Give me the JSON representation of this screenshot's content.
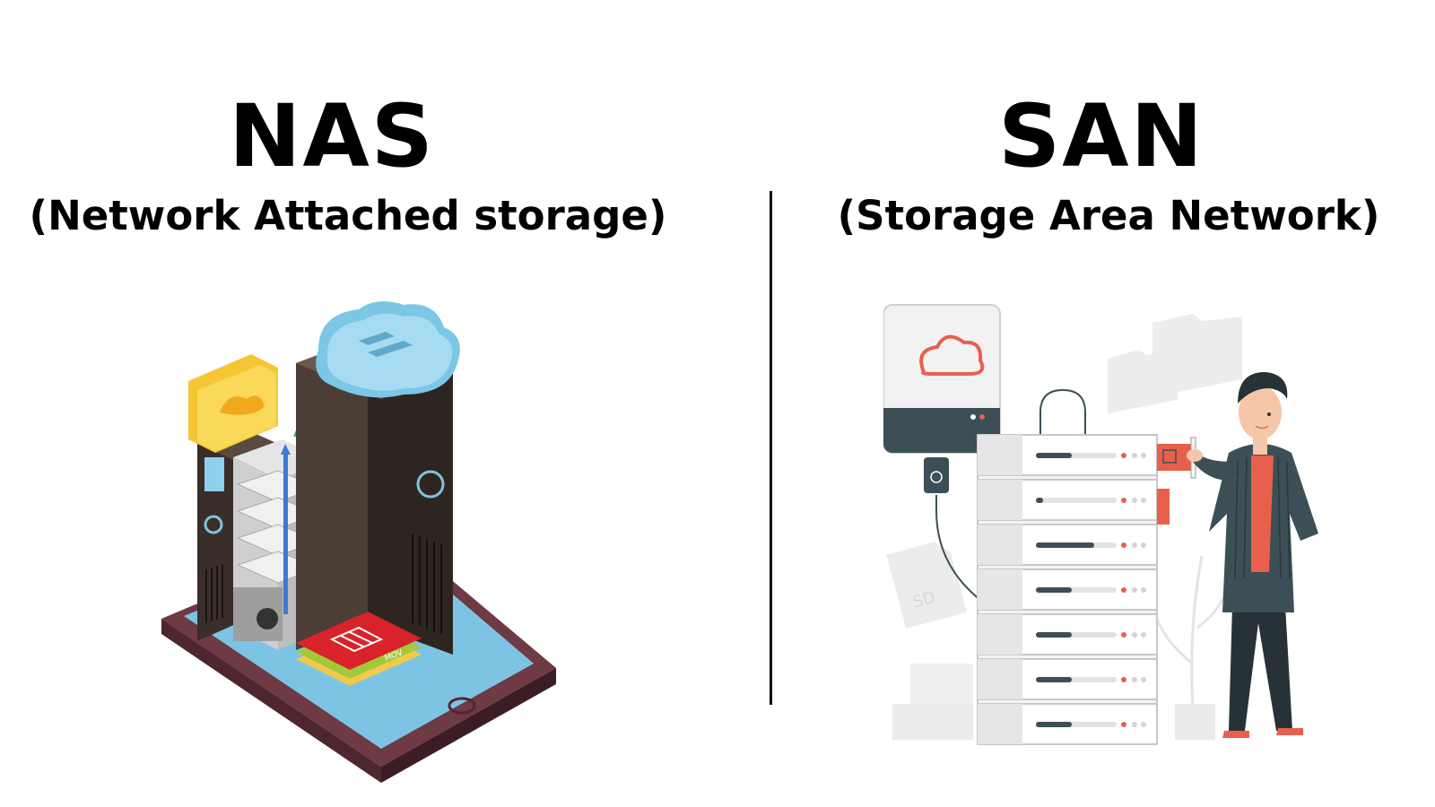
{
  "left": {
    "title": "NAS",
    "subtitle": "(Network Attached storage)",
    "illustration_icon": "nas-server-cloud-illustration",
    "badge_text": "MOV"
  },
  "right": {
    "title": "SAN",
    "subtitle": "(Storage Area Network)",
    "illustration_icon": "san-server-rack-illustration",
    "card_text": "SD"
  },
  "colors": {
    "text": "#000000",
    "divider": "#111111",
    "accent_red": "#e8604c",
    "dark_slate": "#3d4f56",
    "cloud_blue": "#7cc6e6",
    "folder_yellow": "#f5c534"
  }
}
